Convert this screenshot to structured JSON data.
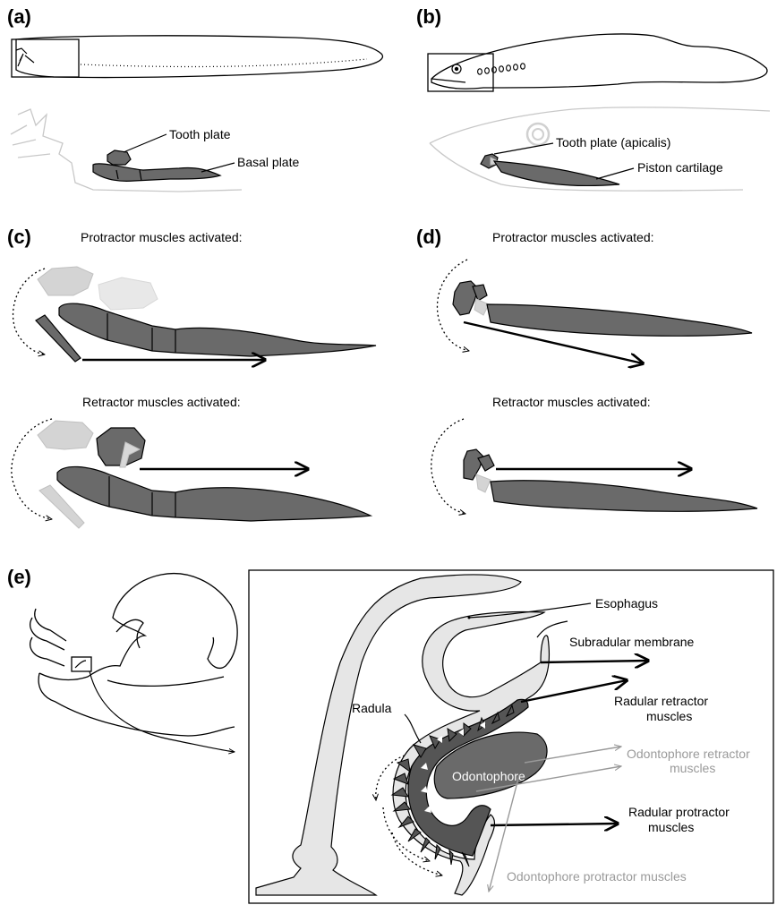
{
  "panels": {
    "a": {
      "letter": "(a)",
      "labels": {
        "tooth_plate": "Tooth plate",
        "basal_plate": "Basal plate"
      }
    },
    "b": {
      "letter": "(b)",
      "labels": {
        "tooth_plate": "Tooth plate (apicalis)",
        "piston": "Piston cartilage"
      }
    },
    "c": {
      "letter": "(c)",
      "protractor": "Protractor muscles activated:",
      "retractor": "Retractor muscles activated:"
    },
    "d": {
      "letter": "(d)",
      "protractor": "Protractor muscles activated:",
      "retractor": "Retractor muscles activated:"
    },
    "e": {
      "letter": "(e)",
      "labels": {
        "esophagus": "Esophagus",
        "subradular": "Subradular membrane",
        "radula": "Radula",
        "radular_retractor_1": "Radular retractor",
        "radular_retractor_2": "muscles",
        "odontophore": "Odontophore",
        "odontophore_retractor_1": "Odontophore retractor",
        "odontophore_retractor_2": "muscles",
        "radular_protractor_1": "Radular protractor",
        "radular_protractor_2": "muscles",
        "odontophore_protractor": "Odontophore protractor muscles"
      }
    }
  },
  "colors": {
    "cartilage": "#6a6a6a",
    "pale_tissue": "#e6e6e6",
    "ghost": "#c8c8c8",
    "grey_label": "#9a9a9a"
  }
}
